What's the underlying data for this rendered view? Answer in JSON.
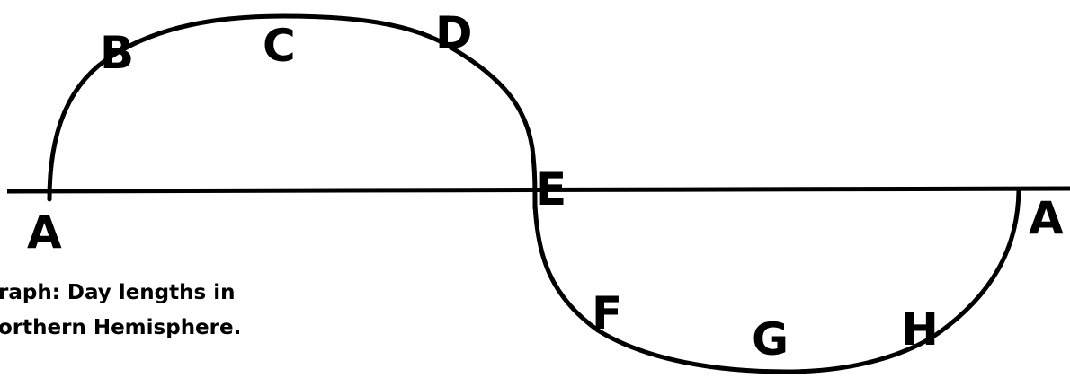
{
  "diagram": {
    "points": {
      "a_left": "A",
      "b": "B",
      "c": "C",
      "d": "D",
      "e": "E",
      "f": "F",
      "g": "G",
      "h": "H",
      "a_right": "A"
    },
    "caption": {
      "line1": "raph: Day lengths in",
      "line2": "orthern Hemisphere."
    },
    "top_right_fragment": "",
    "colors": {
      "stroke": "#000000",
      "background": "#ffffff"
    }
  }
}
